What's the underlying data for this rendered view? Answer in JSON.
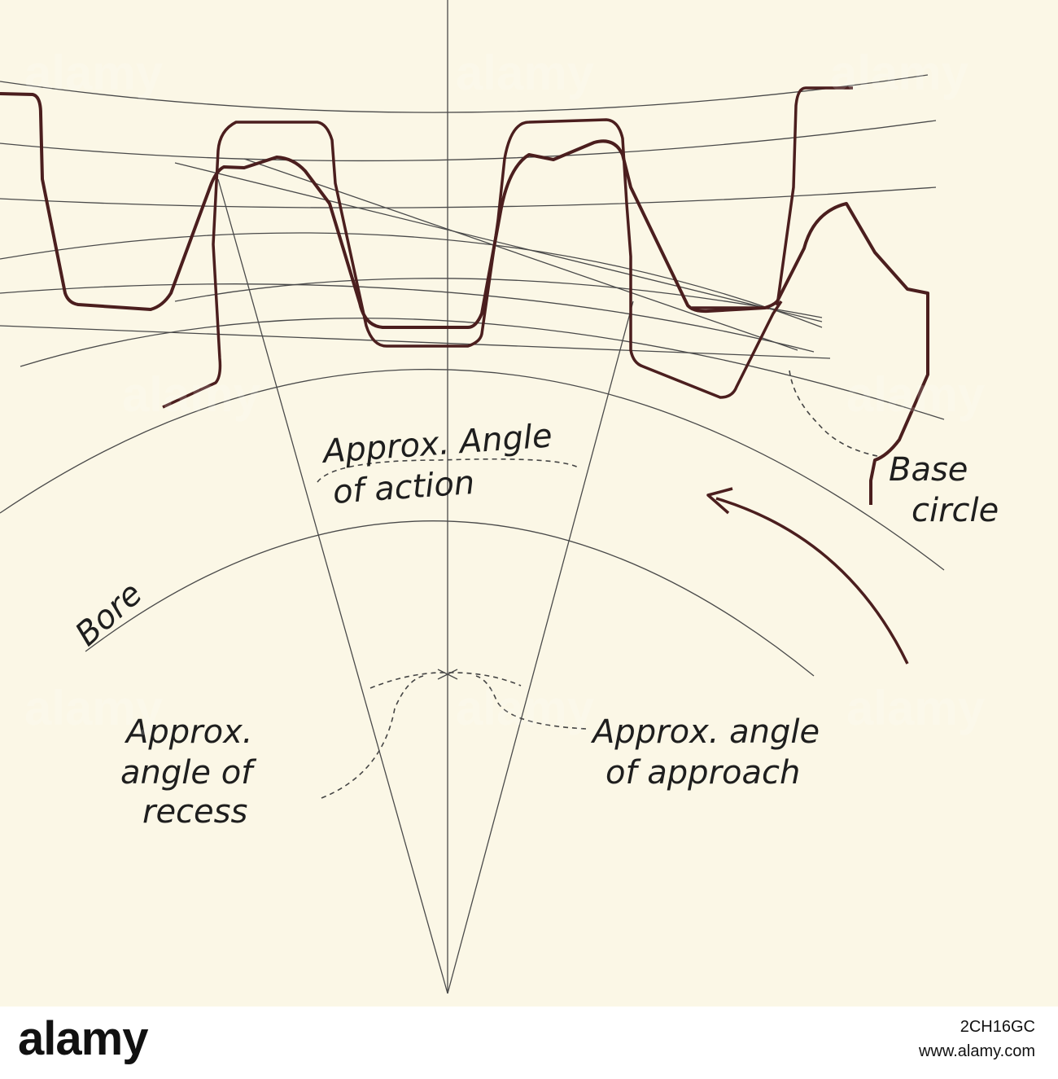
{
  "labels": {
    "angle_of_action_line1": "Approx. Angle",
    "angle_of_action_line2": "of action",
    "base_circle_line1": "Base",
    "base_circle_line2": "circle",
    "bore": "Bore",
    "angle_of_recess_line1": "Approx.",
    "angle_of_recess_line2": "angle of",
    "angle_of_recess_line3": "recess",
    "angle_of_approach_line1": "Approx. angle",
    "angle_of_approach_line2": "of approach"
  },
  "watermark": "alamy",
  "footer": {
    "logo": "alamy",
    "image_code": "2CH16GC",
    "site": "www.alamy.com"
  }
}
